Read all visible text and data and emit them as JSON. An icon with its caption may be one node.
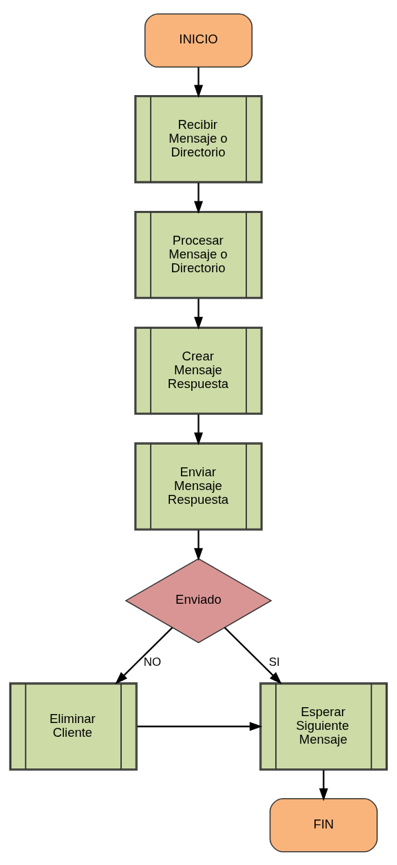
{
  "diagram": {
    "nodes": [
      {
        "text": [
          "INICIO"
        ]
      },
      {
        "text": [
          "Recibir Mensaje o Directorio"
        ]
      },
      {
        "text": [
          "Procesar Mensaje o Directorio"
        ]
      },
      {
        "text": [
          "Crear Mensaje Respuesta"
        ]
      },
      {
        "text": [
          "Enviar Mensaje Respuesta"
        ]
      },
      {
        "text": [
          "Enviado"
        ]
      },
      {
        "text": [
          "Eliminar Cliente"
        ]
      },
      {
        "text": [
          "Esperar Siguiente Mensaje"
        ]
      },
      {
        "text": [
          "FIN"
        ]
      }
    ],
    "edges": [
      {
        "from": 0,
        "to": 1,
        "arrow": "to"
      },
      {
        "from": 1,
        "to": 2,
        "arrow": "to"
      },
      {
        "from": 2,
        "to": 3,
        "arrow": "to"
      },
      {
        "from": 3,
        "to": 4,
        "arrow": "to"
      },
      {
        "from": 4,
        "to": 5,
        "arrow": "to"
      },
      {
        "from": 5,
        "to": 6,
        "arrow": "to",
        "label": "NO"
      },
      {
        "from": 5,
        "to": 7,
        "arrow": "to",
        "label": "SI"
      },
      {
        "from": 6,
        "to": 7,
        "arrow": "to"
      },
      {
        "from": 7,
        "to": 8,
        "arrow": "to"
      }
    ]
  }
}
